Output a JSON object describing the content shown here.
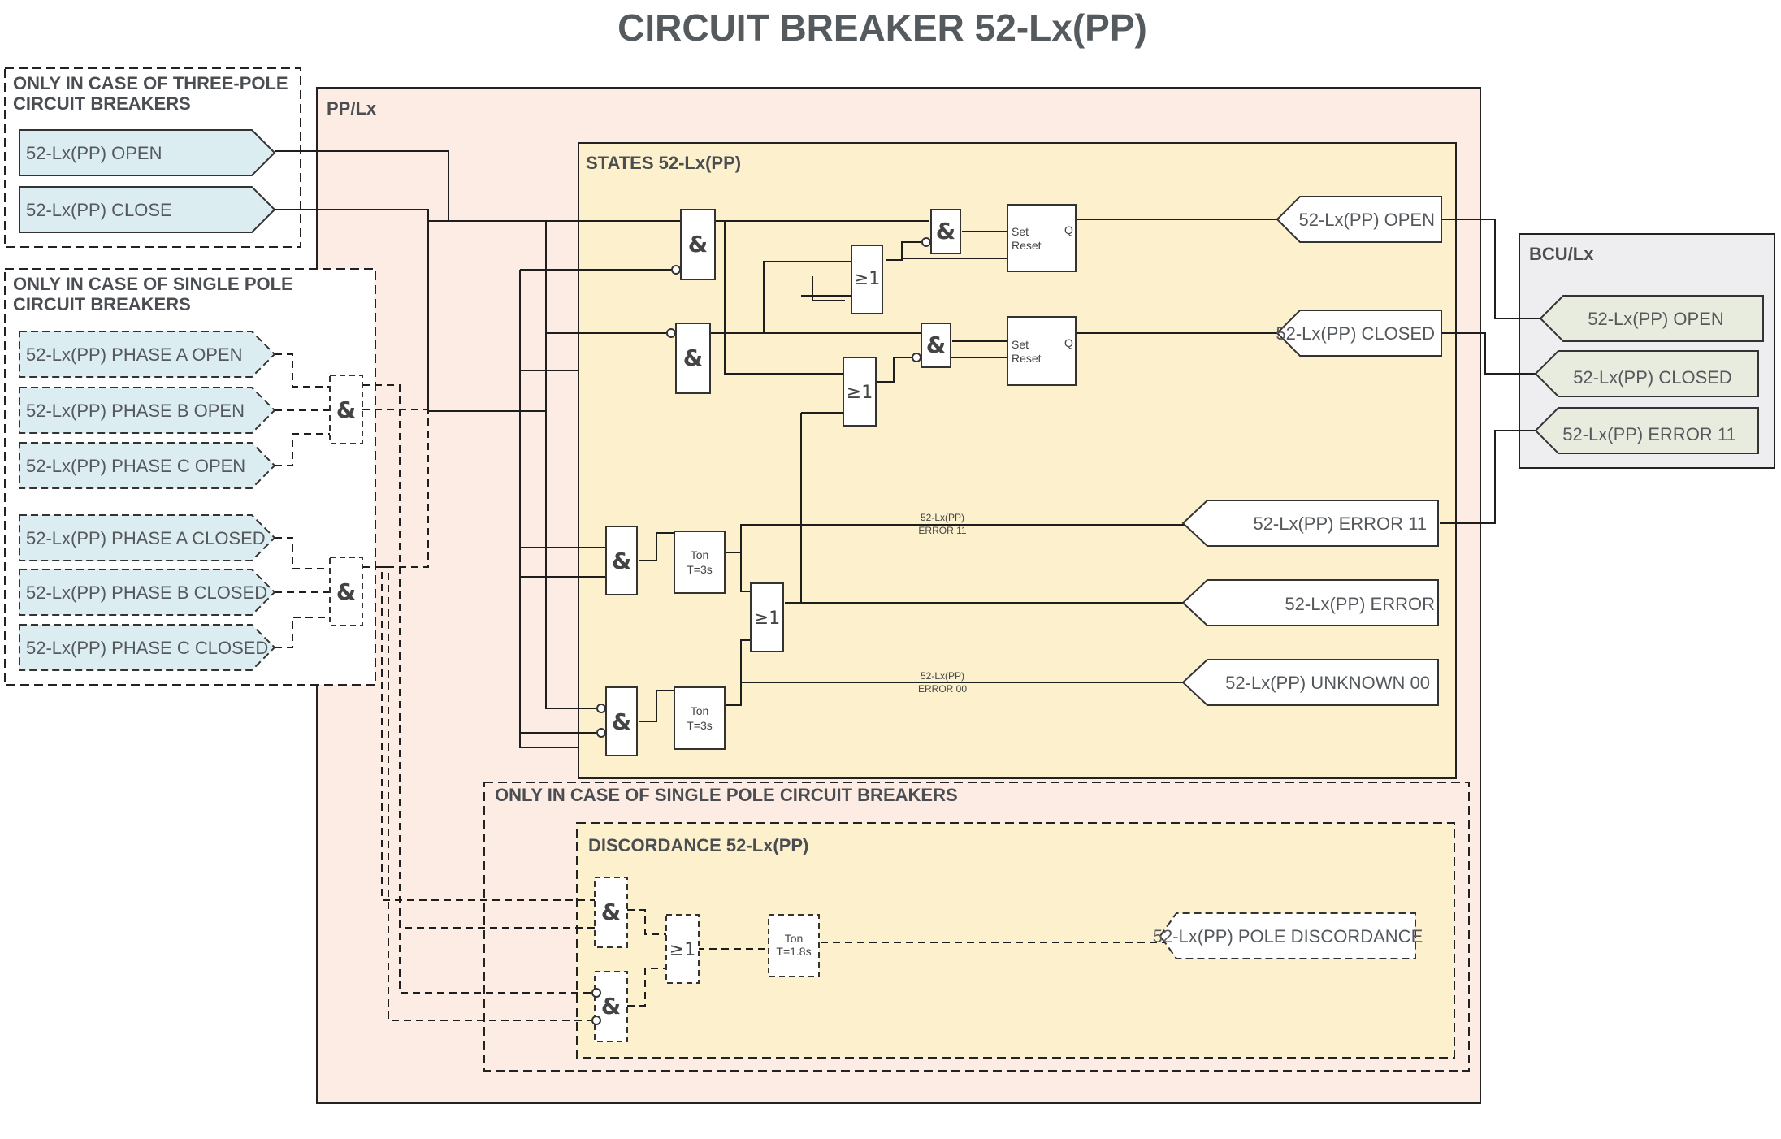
{
  "title": "CIRCUIT BREAKER 52-Lx(PP)",
  "groups": {
    "three_pole": [
      "ONLY IN CASE OF THREE-POLE",
      "CIRCUIT BREAKERS"
    ],
    "single_pole": [
      "ONLY IN CASE OF SINGLE POLE",
      "CIRCUIT BREAKERS"
    ],
    "pp_lx": "PP/Lx",
    "states": "STATES 52-Lx(PP)",
    "single_pole_inner": "ONLY IN CASE OF SINGLE POLE CIRCUIT BREAKERS",
    "discordance": "DISCORDANCE 52-Lx(PP)",
    "bcu": "BCU/Lx"
  },
  "inputs": {
    "open": "52-Lx(PP) OPEN",
    "close": "52-Lx(PP) CLOSE",
    "phase_a_open": "52-Lx(PP) PHASE A OPEN",
    "phase_b_open": "52-Lx(PP) PHASE B OPEN",
    "phase_c_open": "52-Lx(PP) PHASE C OPEN",
    "phase_a_closed": "52-Lx(PP) PHASE A CLOSED",
    "phase_b_closed": "52-Lx(PP) PHASE B CLOSED",
    "phase_c_closed": "52-Lx(PP) PHASE C CLOSED"
  },
  "outputs": {
    "open": "52-Lx(PP) OPEN",
    "closed": "52-Lx(PP) CLOSED",
    "error11": "52-Lx(PP) ERROR 11",
    "error": "52-Lx(PP) ERROR",
    "unknown00": "52-Lx(PP) UNKNOWN 00",
    "pole_discordance": "52-Lx(PP) POLE DISCORDANCE"
  },
  "bcu": {
    "open": "52-Lx(PP) OPEN",
    "closed": "52-Lx(PP) CLOSED",
    "error11": "52-Lx(PP) ERROR 11"
  },
  "symbols": {
    "and": "&",
    "or": "≥1"
  },
  "flipflop": {
    "set": "Set",
    "reset": "Reset",
    "q": "Q"
  },
  "timers": {
    "t1": [
      "Ton",
      "T=3s"
    ],
    "t2": [
      "Ton",
      "T=3s"
    ],
    "t3": [
      "Ton",
      "T=1.8s"
    ]
  },
  "wire_labels": {
    "error11": [
      "52-Lx(PP)",
      "ERROR 11"
    ],
    "error00": [
      "52-Lx(PP)",
      "ERROR 00"
    ]
  },
  "colors": {
    "ppLxFill": "#fdece3",
    "statesFill": "#fdf0cd",
    "inputFill": "#dcedf2",
    "bcuFill": "#e8ecdf",
    "bcuPanel": "#eeeef1"
  }
}
